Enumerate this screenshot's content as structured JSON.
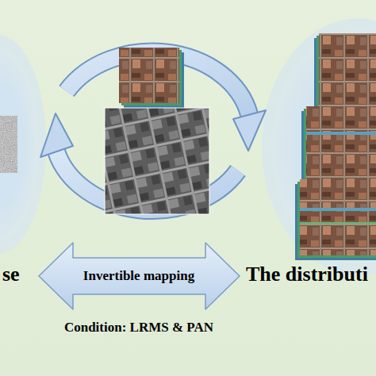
{
  "diagram": {
    "nodes": [
      {
        "text": [
          "Invertible mapping"
        ]
      }
    ],
    "labels": [
      "se",
      "The distributi",
      "Condition: LRMS & PAN"
    ]
  }
}
